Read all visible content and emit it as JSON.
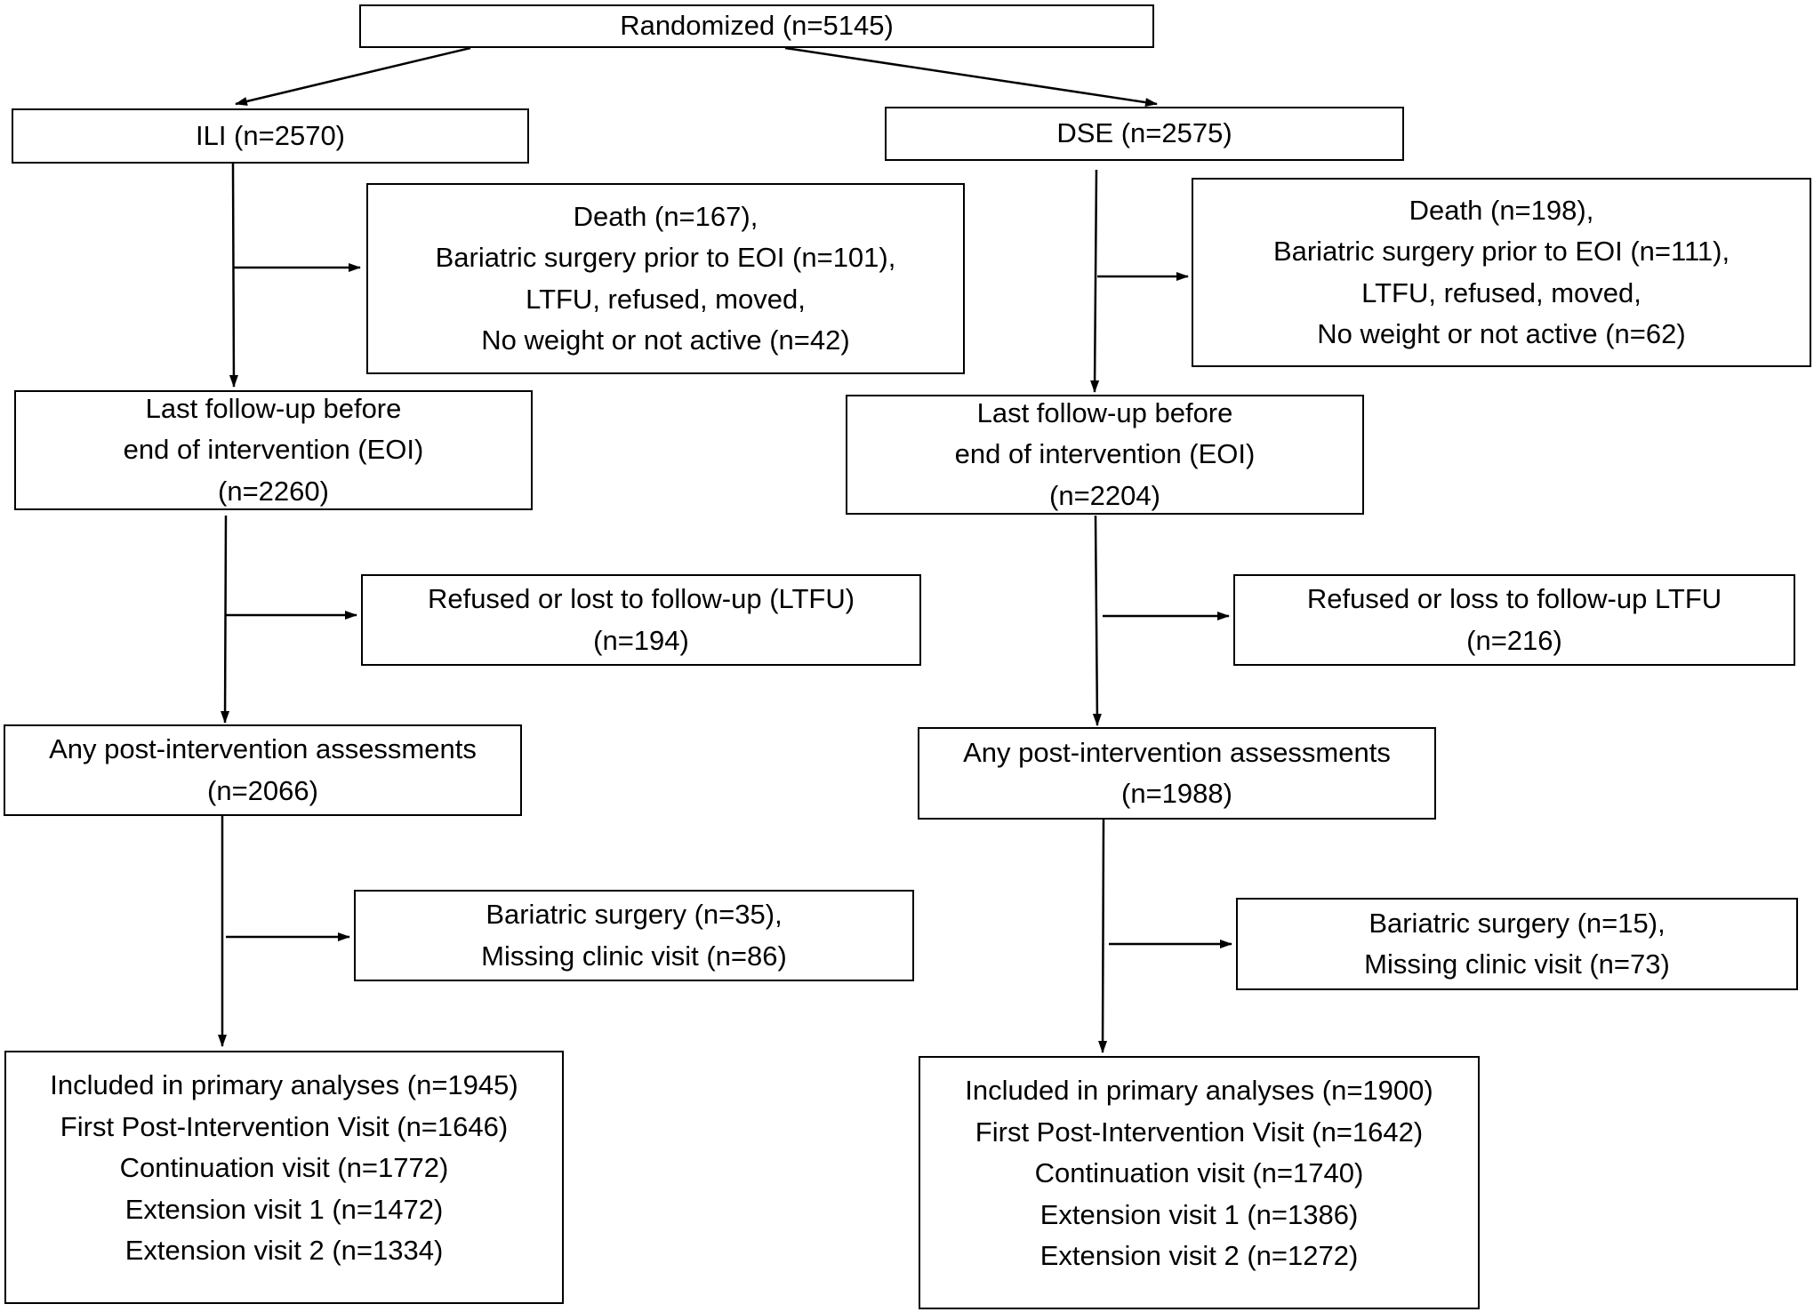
{
  "randomized": [
    "Randomized (n=5145)"
  ],
  "ili": {
    "arm": [
      "ILI (n=2570)"
    ],
    "exclusion1": [
      "Death (n=167),",
      "Bariatric surgery prior to EOI (n=101),",
      "LTFU, refused, moved,",
      "No weight or not active (n=42)"
    ],
    "last_followup": [
      "Last follow-up before",
      "end of intervention (EOI)",
      "(n=2260)"
    ],
    "exclusion2": [
      "Refused or lost to follow-up (LTFU)",
      "(n=194)"
    ],
    "post_assess": [
      "Any post-intervention assessments",
      "(n=2066)"
    ],
    "exclusion3": [
      "Bariatric surgery (n=35),",
      "Missing clinic visit (n=86)"
    ],
    "included": [
      "Included in primary analyses (n=1945)",
      "First Post-Intervention Visit (n=1646)",
      "Continuation visit (n=1772)",
      "Extension visit 1 (n=1472)",
      "Extension visit 2 (n=1334)"
    ]
  },
  "dse": {
    "arm": [
      "DSE (n=2575)"
    ],
    "exclusion1": [
      "Death (n=198),",
      "Bariatric surgery prior to EOI (n=111),",
      "LTFU, refused, moved,",
      "No weight or not active (n=62)"
    ],
    "last_followup": [
      "Last follow-up before",
      "end of intervention (EOI)",
      "(n=2204)"
    ],
    "exclusion2": [
      "Refused or loss to follow-up LTFU",
      "(n=216)"
    ],
    "post_assess": [
      "Any post-intervention assessments",
      "(n=1988)"
    ],
    "exclusion3": [
      "Bariatric surgery (n=15),",
      "Missing clinic visit (n=73)"
    ],
    "included": [
      "Included in primary analyses (n=1900)",
      "First Post-Intervention Visit (n=1642)",
      "Continuation visit (n=1740)",
      "Extension visit 1 (n=1386)",
      "Extension visit 2 (n=1272)"
    ]
  }
}
